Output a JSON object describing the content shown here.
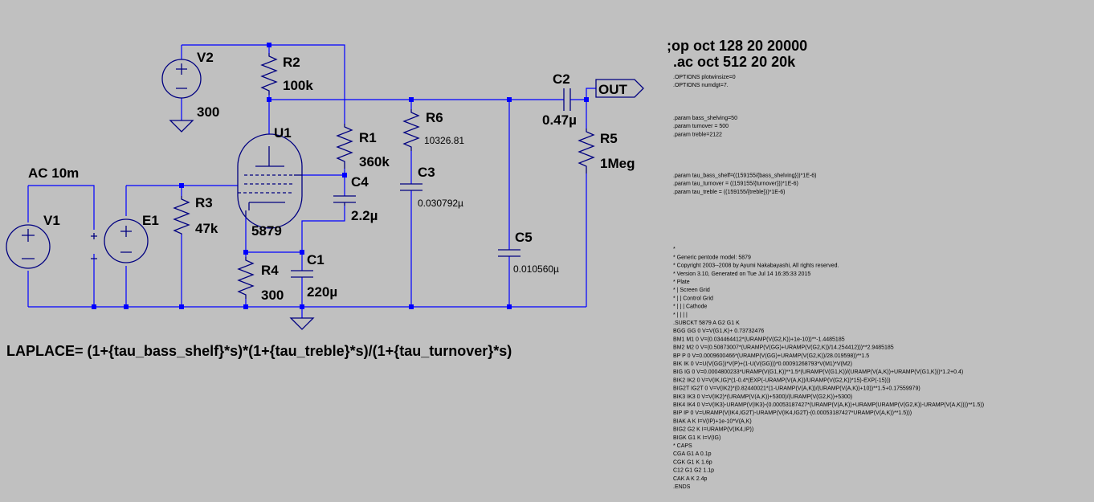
{
  "components": {
    "v2": {
      "name": "V2",
      "value": "300"
    },
    "r2": {
      "name": "R2",
      "value": "100k"
    },
    "u1": {
      "name": "U1",
      "model": "5879"
    },
    "r1": {
      "name": "R1",
      "value": "360k"
    },
    "c4": {
      "name": "C4",
      "value": "2.2µ"
    },
    "r6": {
      "name": "R6",
      "value": "10326.81"
    },
    "c3": {
      "name": "C3",
      "value": "0.030792µ"
    },
    "c2": {
      "name": "C2",
      "value": "0.47µ"
    },
    "r5": {
      "name": "R5",
      "value": "1Meg"
    },
    "c5": {
      "name": "C5",
      "value": "0.010560µ"
    },
    "v1": {
      "name": "V1",
      "value": "AC 10m"
    },
    "e1": {
      "name": "E1"
    },
    "r3": {
      "name": "R3",
      "value": "47k"
    },
    "r4": {
      "name": "R4",
      "value": "300"
    },
    "c1": {
      "name": "C1",
      "value": "220µ"
    }
  },
  "out_label": "OUT",
  "directives": {
    "op": ";op oct 128 20 20000",
    "ac": ".ac oct 512 20 20k"
  },
  "laplace": "LAPLACE= (1+{tau_bass_shelf}*s)*(1+{tau_treble}*s)/(1+{tau_turnover}*s)",
  "netlist": [
    ".OPTIONS plotwinsize=0",
    ".OPTIONS numdgt=7.",
    "",
    "",
    "",
    ".param bass_shelving=50",
    ".param turnover = 500",
    ".param treble=2122",
    "",
    "",
    "",
    "",
    ".param tau_bass_shelf=((159155/{bass_shelving}))*1E-6)",
    ".param tau_turnover = ((159155/{turnover}))*1E-6)",
    ".param tau_treble = ((159155/{treble}))*1E-6)",
    "",
    "",
    "",
    "",
    "",
    "",
    "*",
    "* Generic pentode model: 5879",
    "* Copyright 2003--2008 by Ayumi Nakabayashi, All rights reserved.",
    "* Version 3.10, Generated on Tue Jul 14 16:35:33 2015",
    "*          Plate",
    "*          | Screen Grid",
    "*          | | Control Grid",
    "*          | | | Cathode",
    "*          | | | |",
    ".SUBCKT 5879 A G2 G1 K",
    "BGG  GG   0 V=V(G1,K)+ 0.73732476",
    "BM1  M1   0 V=(0.034464412*(URAMP(V(G2,K))+1e-10))**-1.4485185",
    "BM2  M2   0 V=(0.50873007*(URAMP(V(GG)+URAMP(V(G2,K))/14.254412)))**2.9485185",
    "BP   P    0 V=0.0009600466*(URAMP(V(GG)+URAMP(V(G2,K))/28.019598))**1.5",
    "BIK  IK   0 V=U(V(GG))*V(P)+(1-U(V(GG)))*0.00091268793*V(M1)*V(M2)",
    "BIG  IG   0 V=0.0004800233*URAMP(V(G1,K))**1.5*(URAMP(V(G1,K))/(URAMP(V(A,K))+URAMP(V(G1,K)))*1.2+0.4)",
    "BIK2 IK2  0 V=V(IK,IG)*(1-0.4*(EXP(-URAMP(V(A,K))/URAMP(V(G2,K))*15)-EXP(-15)))",
    "BIG2T IG2T 0 V=V(IK2)*(0.82440021*(1-URAMP(V(A,K))/(URAMP(V(A,K))+10))**1.5+0.17559979)",
    "BIK3 IK3  0 V=V(IK2)*(URAMP(V(A,K))+5300)/(URAMP(V(G2,K))+5300)",
    "BIK4 IK4  0 V=V(IK3)-URAMP(V(IK3)-(0.00053187427*(URAMP(V(A,K))+URAMP(URAMP(V(G2,K))-URAMP(V(A,K))))**1.5))",
    "BIP  IP   0 V=URAMP(V(IK4,IG2T)-URAMP(V(IK4,IG2T)-(0.00053187427*URAMP(V(A,K))**1.5)))",
    "BIAK A    K I=V(IP)+1e-10*V(A,K)",
    "BIG2 G2   K I=URAMP(V(IK4,IP))",
    "BIGK G1   K I=V(IG)",
    "* CAPS",
    "CGA  G1  A  0.1p",
    "CGK  G1  K  1.6p",
    "C12  G1  G2 1.1p",
    "CAK  A   K  2.4p",
    ".ENDS"
  ]
}
